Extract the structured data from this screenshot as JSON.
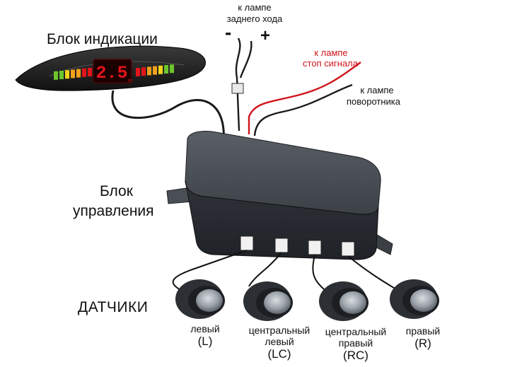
{
  "labels": {
    "indicator_block": "Блок индикации",
    "control_block_line1": "Блок",
    "control_block_line2": "управления",
    "sensors": "ДАТЧИКИ",
    "reverse_lamp_line1": "к лампе",
    "reverse_lamp_line2": "заднего хода",
    "minus": "-",
    "plus": "+",
    "brake_lamp_line1": "к лампе",
    "brake_lamp_line2": "стоп сигнала",
    "turn_lamp_line1": "к лампе",
    "turn_lamp_line2": "поворотника"
  },
  "display": {
    "value": "2.5",
    "unit": "m"
  },
  "sensors": [
    {
      "name_line1": "левый",
      "name_line2": "",
      "code": "(L)"
    },
    {
      "name_line1": "центральный",
      "name_line2": "левый",
      "code": "(LC)"
    },
    {
      "name_line1": "центральный",
      "name_line2": "правый",
      "code": "(RC)"
    },
    {
      "name_line1": "правый",
      "name_line2": "",
      "code": "(R)"
    }
  ],
  "colors": {
    "brake_wire": "#d0151b",
    "wire": "#1a1a1a",
    "body": "#3a3f46",
    "display_red": "#e0141a"
  }
}
